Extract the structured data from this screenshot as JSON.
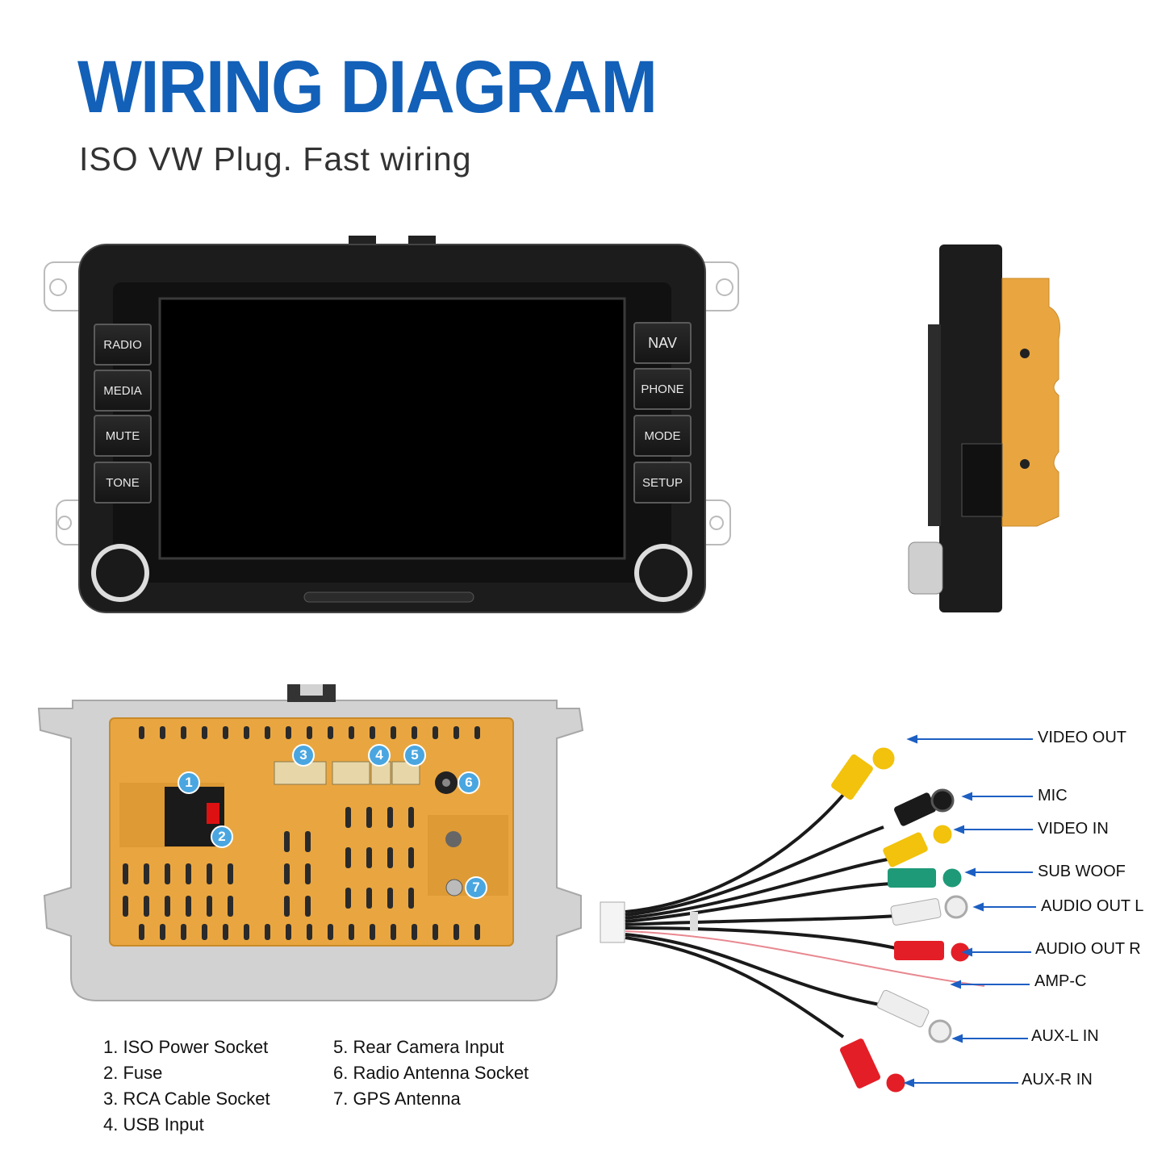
{
  "title": "WIRING DIAGRAM",
  "subtitle": "ISO VW Plug. Fast wiring",
  "front_panel": {
    "left_buttons": [
      "RADIO",
      "MEDIA",
      "MUTE",
      "TONE"
    ],
    "right_buttons": [
      "NAV",
      "PHONE",
      "MODE",
      "SETUP"
    ]
  },
  "rear_panel": {
    "sockets": [
      {
        "number": "1",
        "name": "ISO Power Socket"
      },
      {
        "number": "2",
        "name": "Fuse"
      },
      {
        "number": "3",
        "name": "RCA Cable Socket"
      },
      {
        "number": "4",
        "name": "USB Input"
      },
      {
        "number": "5",
        "name": "Rear Camera Input"
      },
      {
        "number": "6",
        "name": "Radio Antenna Socket"
      },
      {
        "number": "7",
        "name": "GPS Antenna"
      }
    ],
    "legend": [
      "1. ISO Power Socket",
      "2. Fuse",
      "3. RCA Cable Socket",
      "4. USB Input",
      "5. Rear Camera Input",
      "6. Radio Antenna Socket",
      "7. GPS Antenna"
    ]
  },
  "rca_cable": {
    "labels": [
      "VIDEO OUT",
      "MIC",
      "VIDEO IN",
      "SUB WOOF",
      "AUDIO OUT L",
      "AUDIO OUT R",
      "AMP-C",
      "AUX-L IN",
      "AUX-R IN"
    ],
    "colors": {
      "yellow": "#f2c20c",
      "black": "#1a1a1a",
      "green": "#1f9a78",
      "white": "#eeeeee",
      "red": "#e41e26",
      "arrow_blue": "#1d5fc2",
      "housing_orange": "#e9a640"
    }
  }
}
